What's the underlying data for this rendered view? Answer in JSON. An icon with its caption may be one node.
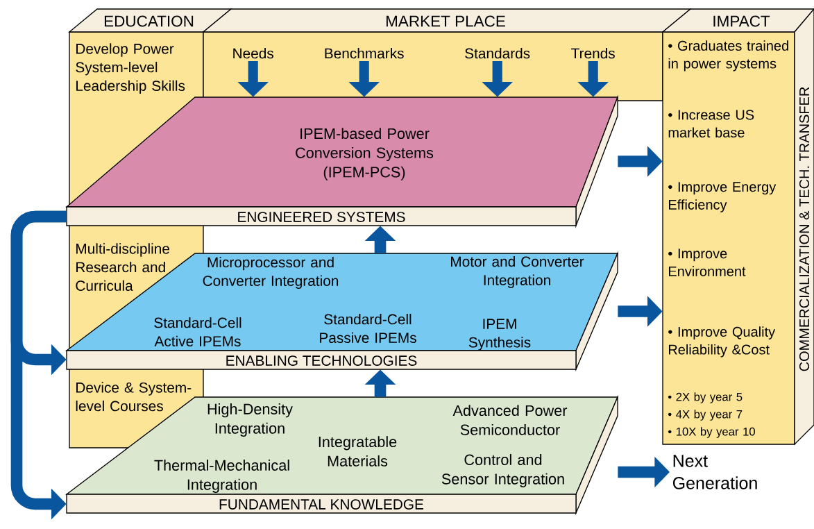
{
  "diagram": {
    "nodes": [
      {
        "text": [
          "EDUCATION",
          "Develop Power System-level Leadership Skills",
          "Multi-discipline Research and Curricula",
          "Device & System-level Courses"
        ]
      },
      {
        "text": [
          "MARKET PLACE"
        ]
      },
      {
        "text": [
          "Needs"
        ],
        "in": 1
      },
      {
        "text": [
          "Benchmarks"
        ],
        "in": 1
      },
      {
        "text": [
          "Standards"
        ],
        "in": 1
      },
      {
        "text": [
          "Trends"
        ],
        "in": 1
      },
      {
        "text": [
          "IMPACT",
          "• Graduates trained in power systems",
          "• Increase US market base",
          "• Improve Energy Efficiency",
          "• Improve Environment",
          "• Improve Quality Reliability &Cost",
          "• 2X by year 5",
          "• 4X by year 7",
          "• 10X by year 10",
          "COMMERCIALIZATION & TECH. TRANSFER"
        ]
      },
      {
        "text": [
          "IPEM-based Power Conversion Systems (IPEM-PCS)",
          "ENGINEERED SYSTEMS"
        ]
      },
      {
        "text": [
          "Microprocessor and Converter Integration",
          "Motor and Converter Integration",
          "Standard-Cell Active IPEMs",
          "Standard-Cell Passive IPEMs",
          "IPEM Synthesis",
          "ENABLING TECHNOLOGIES"
        ]
      },
      {
        "text": [
          "High-Density Integration",
          "Advanced Power Semiconductor",
          "Integratable Materials",
          "Thermal-Mechanical Integration",
          "Control and Sensor Integration",
          "FUNDAMENTAL KNOWLEDGE"
        ]
      },
      {
        "text": [
          "Next Generation"
        ]
      }
    ],
    "edges": [
      {
        "from": 2,
        "to": 7,
        "arrow": "to"
      },
      {
        "from": 3,
        "to": 7,
        "arrow": "to"
      },
      {
        "from": 4,
        "to": 7,
        "arrow": "to"
      },
      {
        "from": 5,
        "to": 7,
        "arrow": "to"
      },
      {
        "from": 8,
        "to": 7,
        "arrow": "to"
      },
      {
        "from": 9,
        "to": 8,
        "arrow": "to"
      },
      {
        "from": 7,
        "to": 6,
        "arrow": "to"
      },
      {
        "from": 8,
        "to": 6,
        "arrow": "to"
      },
      {
        "from": 9,
        "to": 10,
        "arrow": "to"
      },
      {
        "from": 7,
        "to": 8,
        "arrow": "to"
      },
      {
        "from": 7,
        "to": 9,
        "arrow": "to"
      }
    ]
  }
}
